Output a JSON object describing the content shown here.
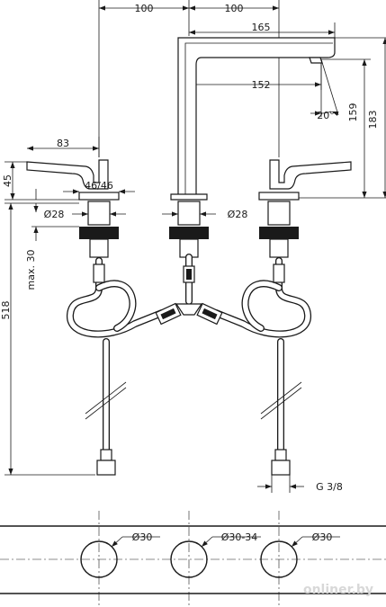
{
  "dimensions": {
    "spacing_left": "100",
    "spacing_right": "100",
    "spout_reach": "165",
    "outlet_reach": "152",
    "spout_height": "183",
    "outlet_height": "159",
    "spray_angle": "20°",
    "handle_length": "83",
    "handle_height": "45",
    "handle_size": "46/46",
    "valve_dia_left": "Ø28",
    "valve_dia_center": "Ø28",
    "max_deck": "max. 30",
    "hose_length": "518",
    "connection_thread": "G 3/8"
  },
  "deck_plan": {
    "hole_left": "Ø30",
    "hole_center": "Ø30-34",
    "hole_right": "Ø30"
  },
  "watermark": "onliner.by"
}
